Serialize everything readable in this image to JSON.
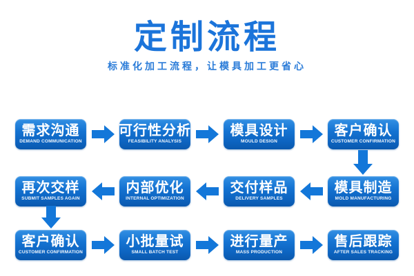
{
  "header": {
    "title": "定制流程",
    "subtitle": "标准化加工流程，让模具加工更省心"
  },
  "colors": {
    "background": "#ffffff",
    "primary_blue": "#1b74da",
    "subtitle_blue": "#2b7cd8",
    "box_gradient_top": "#3390e4",
    "box_gradient_bottom": "#0a58ae",
    "arrow_blue": "#1377d9",
    "step_text": "#ffffff"
  },
  "flow": {
    "rows": [
      {
        "direction": "right",
        "steps": [
          {
            "zh": "需求沟通",
            "en": "DEMAND COMMUNICATION"
          },
          {
            "zh": "可行性分析",
            "en": "FEASIBILITY ANALYSIS"
          },
          {
            "zh": "模具设计",
            "en": "MOULD DESIGN"
          },
          {
            "zh": "客户确认",
            "en": "CUSTOMER CONFIRMATION"
          }
        ]
      },
      {
        "direction": "left",
        "steps": [
          {
            "zh": "再次交样",
            "en": "SUBMIT SAMPLES AGAIN"
          },
          {
            "zh": "内部优化",
            "en": "INTERNAL OPTIMIZATION"
          },
          {
            "zh": "交付样品",
            "en": "DELIVERY SAMPLES"
          },
          {
            "zh": "模具制造",
            "en": "MOLD MANUFACTURING"
          }
        ]
      },
      {
        "direction": "right",
        "steps": [
          {
            "zh": "客户确认",
            "en": "CUSTOMER CONFIRMATION"
          },
          {
            "zh": "小批量试",
            "en": "SMALL BATCH TEST"
          },
          {
            "zh": "进行量产",
            "en": "MASS PRODUCTION"
          },
          {
            "zh": "售后跟踪",
            "en": "AFTER SALES TRACKING"
          }
        ]
      }
    ]
  }
}
